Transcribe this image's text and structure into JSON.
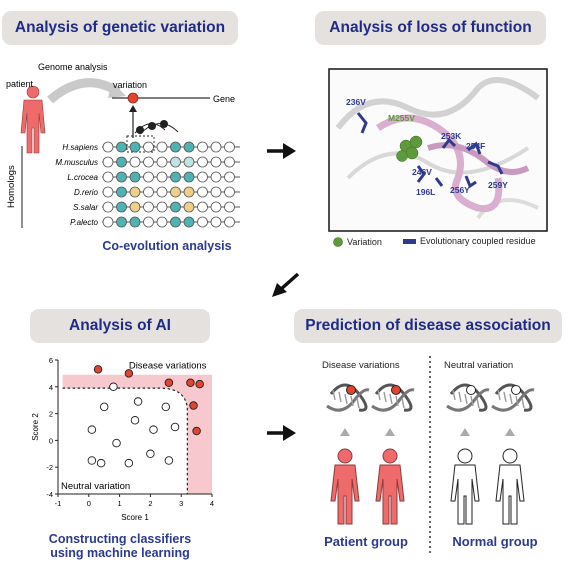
{
  "panels": {
    "genetic": {
      "title": "Analysis of genetic variation",
      "patient_label": "patient",
      "genome_label": "Genome analysis",
      "variation_label": "variation",
      "gene_label": "Gene",
      "homologs_label": "Homologs",
      "species": [
        "H.sapiens",
        "M.musculus",
        "L.crocea",
        "D.rerio",
        "S.salar",
        "P.alecto"
      ],
      "caption": "Co-evolution analysis"
    },
    "loss": {
      "title": "Analysis of loss of function",
      "residue_labels": [
        "236V",
        "M255V",
        "253K",
        "254F",
        "246V",
        "196L",
        "256Y",
        "259Y"
      ],
      "legend_variation": "Variation",
      "legend_coupled": "Evolutionary coupled residue"
    },
    "ai": {
      "title": "Analysis of AI",
      "caption_line1": "Constructing classifiers",
      "caption_line2": "using machine learning"
    },
    "prediction": {
      "title": "Prediction of disease association",
      "disease_label": "Disease variations",
      "neutral_label": "Neutral variation",
      "patient_group": "Patient group",
      "normal_group": "Normal group"
    }
  },
  "colors": {
    "title_text": "#1f2c86",
    "title_bg": "#e4e1df",
    "patient": "#ef6b6b",
    "disease_region": "#f7c9cf",
    "red_dot": "#e3432f",
    "variation_green": "#5d9a3b",
    "coupled_blue": "#2e3a8c",
    "teal": "#4fb3b3",
    "gold": "#f0d089",
    "light_teal": "#bfe3e3"
  },
  "chart_data": {
    "type": "scatter",
    "title": "",
    "xlabel": "Score 1",
    "ylabel": "Score 2",
    "xlim": [
      -1,
      4
    ],
    "ylim": [
      -4,
      6
    ],
    "xticks": [
      -1,
      0,
      1,
      2,
      3,
      4
    ],
    "yticks": [
      -4,
      -2,
      0,
      2,
      4,
      6
    ],
    "annotations": [
      "Disease variations",
      "Neutral variation"
    ],
    "series": [
      {
        "name": "Disease variations",
        "x": [
          0.3,
          1.3,
          2.6,
          3.3,
          3.6,
          3.4,
          3.5
        ],
        "y": [
          5.3,
          5.0,
          4.3,
          4.3,
          4.2,
          2.6,
          0.7
        ]
      },
      {
        "name": "Neutral variation",
        "x": [
          0.1,
          0.5,
          0.8,
          1.6,
          2.5,
          0.1,
          0.9,
          1.5,
          2.1,
          2.8,
          0.4,
          1.3,
          2.0,
          2.6
        ],
        "y": [
          -1.5,
          2.5,
          4.0,
          2.9,
          2.5,
          0.8,
          -0.2,
          1.5,
          0.8,
          1.0,
          -1.7,
          -1.7,
          -1.0,
          -1.5
        ]
      }
    ],
    "grid": false,
    "legend": "none"
  }
}
